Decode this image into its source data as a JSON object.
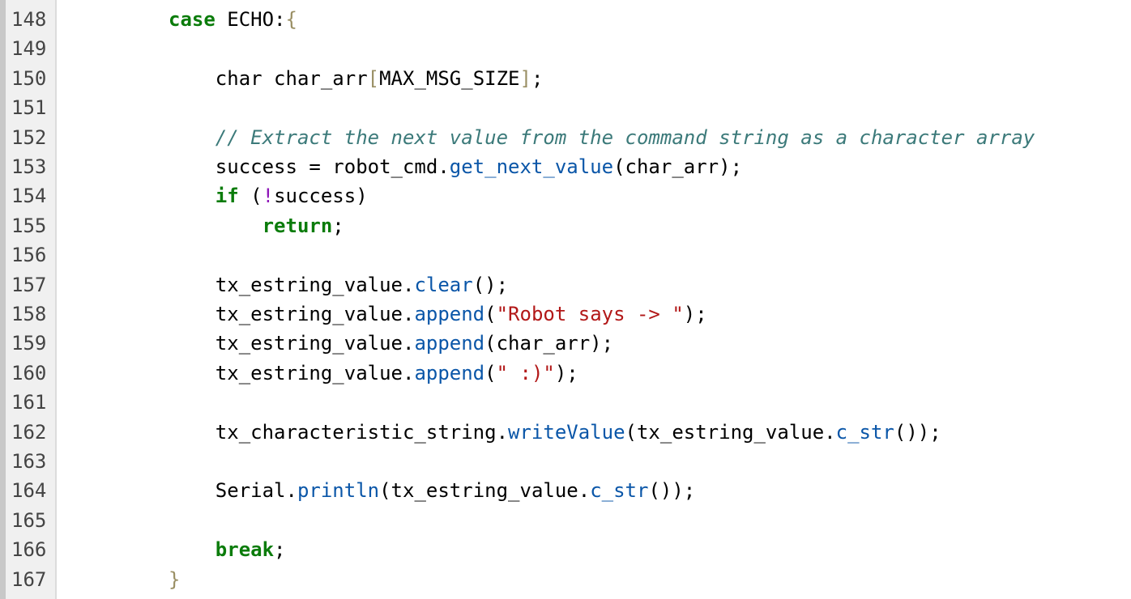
{
  "lines": [
    {
      "number": "148",
      "tokens": [
        {
          "t": "        ",
          "k": "pl"
        },
        {
          "t": "case",
          "k": "kw"
        },
        {
          "t": " ECHO:",
          "k": "pl"
        },
        {
          "t": "{",
          "k": "br"
        }
      ]
    },
    {
      "number": "149",
      "tokens": []
    },
    {
      "number": "150",
      "tokens": [
        {
          "t": "            char char_arr",
          "k": "pl"
        },
        {
          "t": "[",
          "k": "br"
        },
        {
          "t": "MAX_MSG_SIZE",
          "k": "pl"
        },
        {
          "t": "]",
          "k": "br"
        },
        {
          "t": ";",
          "k": "pl"
        }
      ]
    },
    {
      "number": "151",
      "tokens": []
    },
    {
      "number": "152",
      "tokens": [
        {
          "t": "            ",
          "k": "pl"
        },
        {
          "t": "// Extract the next value from the command string as a character array",
          "k": "cm"
        }
      ]
    },
    {
      "number": "153",
      "tokens": [
        {
          "t": "            success = robot_cmd.",
          "k": "pl"
        },
        {
          "t": "get_next_value",
          "k": "fn"
        },
        {
          "t": "(char_arr);",
          "k": "pl"
        }
      ]
    },
    {
      "number": "154",
      "tokens": [
        {
          "t": "            ",
          "k": "pl"
        },
        {
          "t": "if",
          "k": "kw"
        },
        {
          "t": " (",
          "k": "pl"
        },
        {
          "t": "!",
          "k": "op"
        },
        {
          "t": "success)",
          "k": "pl"
        }
      ]
    },
    {
      "number": "155",
      "tokens": [
        {
          "t": "                ",
          "k": "pl"
        },
        {
          "t": "return",
          "k": "kw"
        },
        {
          "t": ";",
          "k": "pl"
        }
      ]
    },
    {
      "number": "156",
      "tokens": []
    },
    {
      "number": "157",
      "tokens": [
        {
          "t": "            tx_estring_value.",
          "k": "pl"
        },
        {
          "t": "clear",
          "k": "fn"
        },
        {
          "t": "();",
          "k": "pl"
        }
      ]
    },
    {
      "number": "158",
      "tokens": [
        {
          "t": "            tx_estring_value.",
          "k": "pl"
        },
        {
          "t": "append",
          "k": "fn"
        },
        {
          "t": "(",
          "k": "pl"
        },
        {
          "t": "\"Robot says -> \"",
          "k": "str"
        },
        {
          "t": ");",
          "k": "pl"
        }
      ]
    },
    {
      "number": "159",
      "tokens": [
        {
          "t": "            tx_estring_value.",
          "k": "pl"
        },
        {
          "t": "append",
          "k": "fn"
        },
        {
          "t": "(char_arr);",
          "k": "pl"
        }
      ]
    },
    {
      "number": "160",
      "tokens": [
        {
          "t": "            tx_estring_value.",
          "k": "pl"
        },
        {
          "t": "append",
          "k": "fn"
        },
        {
          "t": "(",
          "k": "pl"
        },
        {
          "t": "\" :)\"",
          "k": "str"
        },
        {
          "t": ");",
          "k": "pl"
        }
      ]
    },
    {
      "number": "161",
      "tokens": []
    },
    {
      "number": "162",
      "tokens": [
        {
          "t": "            tx_characteristic_string.",
          "k": "pl"
        },
        {
          "t": "writeValue",
          "k": "fn"
        },
        {
          "t": "(tx_estring_value.",
          "k": "pl"
        },
        {
          "t": "c_str",
          "k": "fn"
        },
        {
          "t": "());",
          "k": "pl"
        }
      ]
    },
    {
      "number": "163",
      "tokens": []
    },
    {
      "number": "164",
      "tokens": [
        {
          "t": "            Serial.",
          "k": "pl"
        },
        {
          "t": "println",
          "k": "fn"
        },
        {
          "t": "(tx_estring_value.",
          "k": "pl"
        },
        {
          "t": "c_str",
          "k": "fn"
        },
        {
          "t": "());",
          "k": "pl"
        }
      ]
    },
    {
      "number": "165",
      "tokens": []
    },
    {
      "number": "166",
      "tokens": [
        {
          "t": "            ",
          "k": "pl"
        },
        {
          "t": "break",
          "k": "kw"
        },
        {
          "t": ";",
          "k": "pl"
        }
      ]
    },
    {
      "number": "167",
      "tokens": [
        {
          "t": "        ",
          "k": "pl"
        },
        {
          "t": "}",
          "k": "br"
        }
      ]
    }
  ]
}
